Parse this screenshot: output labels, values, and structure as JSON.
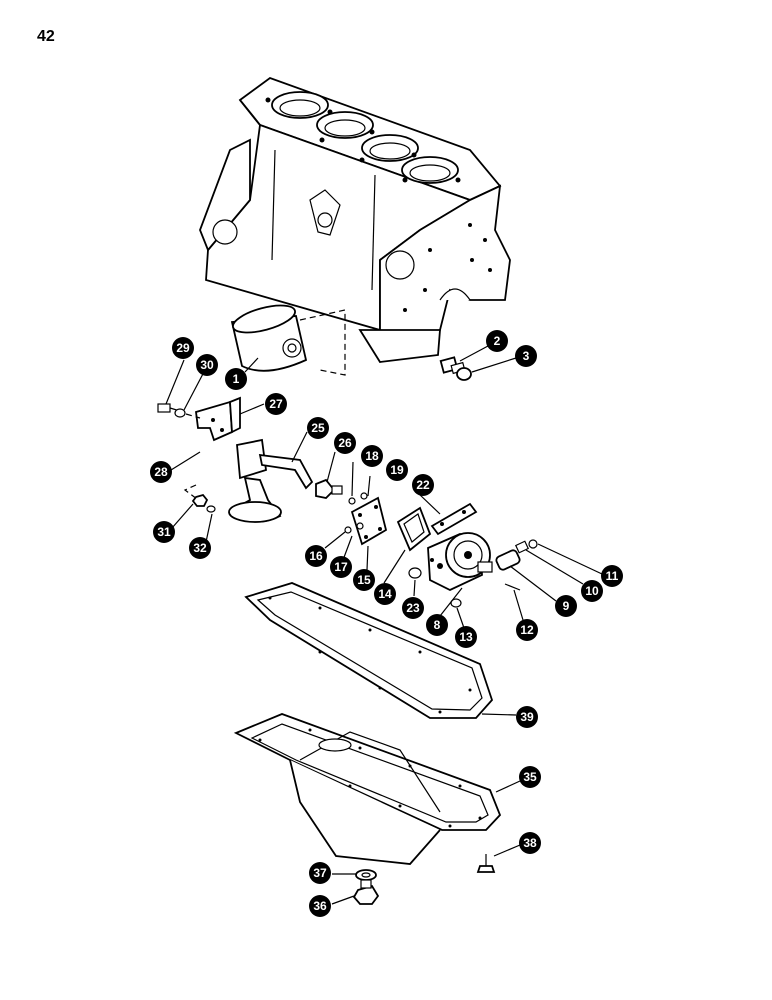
{
  "page_number": "42",
  "callouts": [
    "1",
    "2",
    "3",
    "8",
    "9",
    "10",
    "11",
    "12",
    "13",
    "14",
    "15",
    "16",
    "17",
    "18",
    "19",
    "22",
    "23",
    "25",
    "26",
    "27",
    "28",
    "29",
    "30",
    "31",
    "32",
    "35",
    "36",
    "37",
    "38",
    "39"
  ]
}
